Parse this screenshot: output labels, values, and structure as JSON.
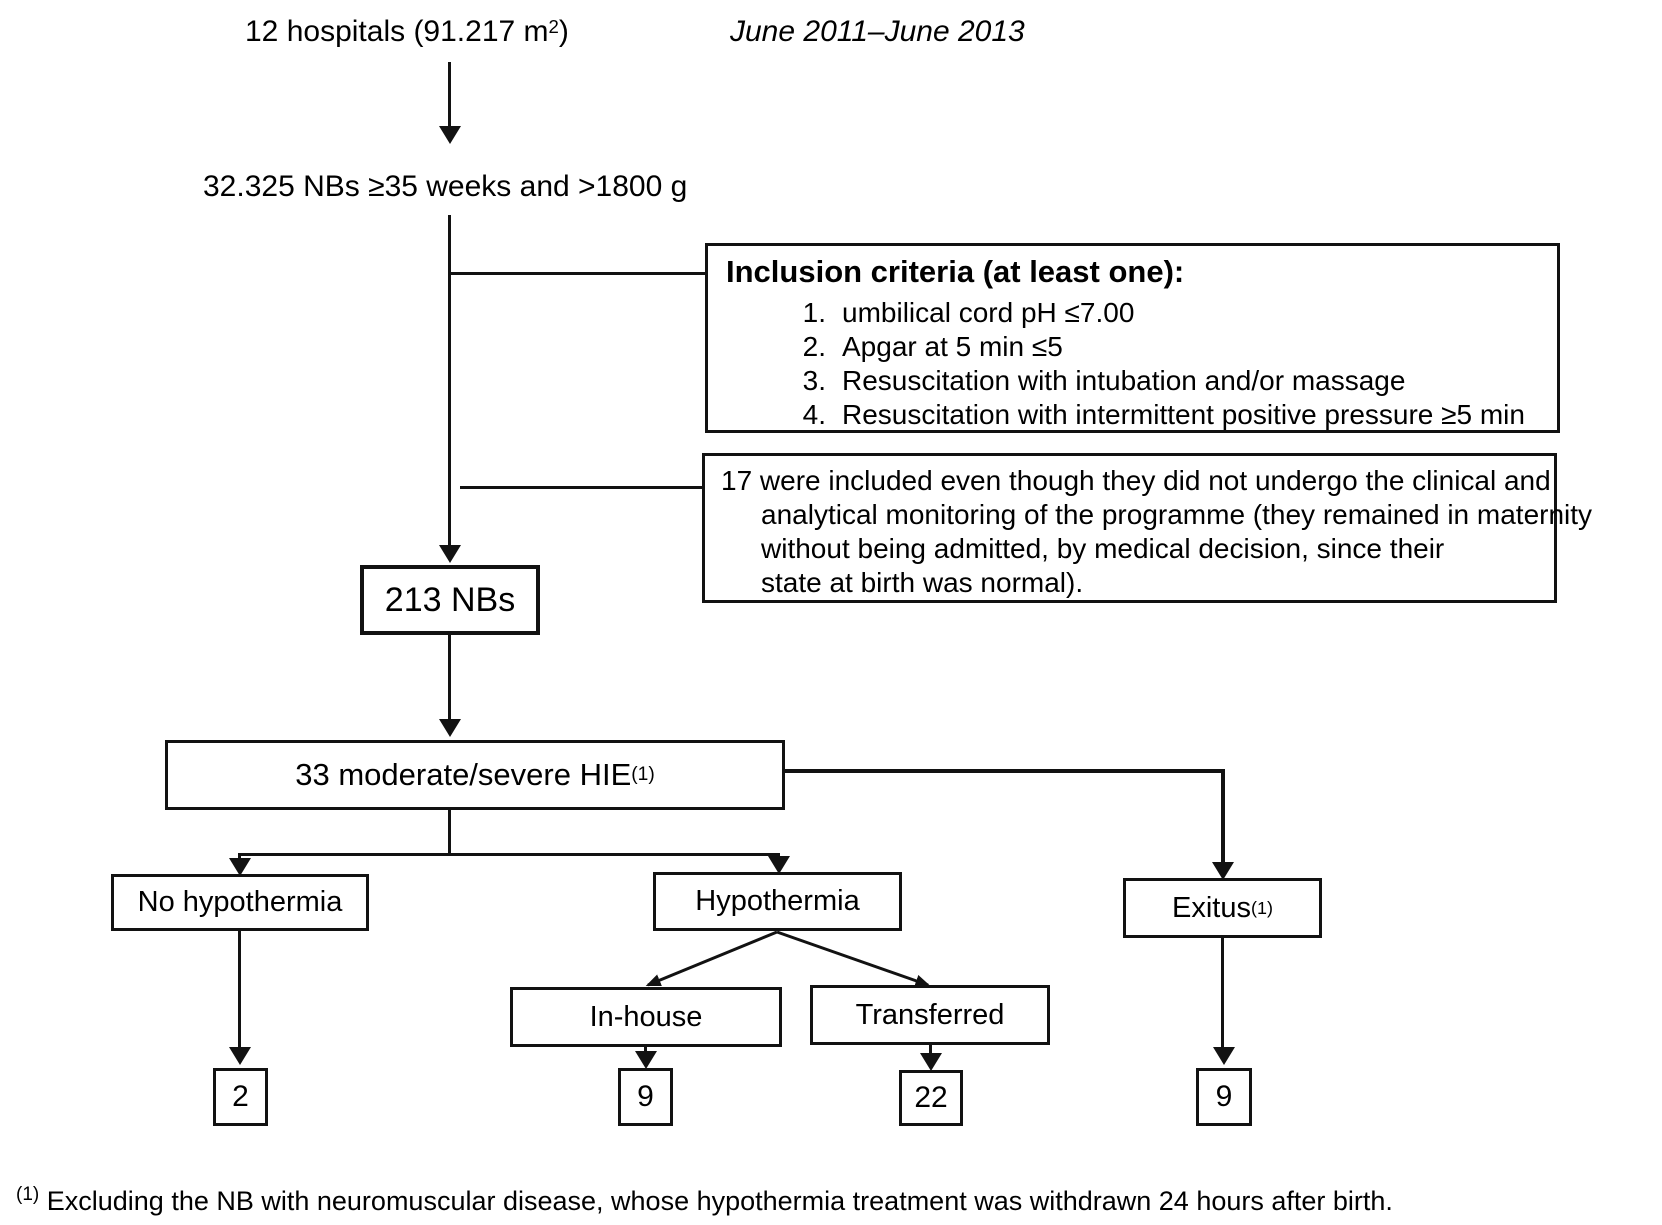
{
  "title": {
    "left": "12 hospitals (91.217 m",
    "left_sup": "2",
    "left_end": ")",
    "right": "June 2011–June 2013"
  },
  "cohort": "32.325 NBs ≥35 weeks and >1800 g",
  "inclusion": {
    "heading": "Inclusion criteria (at least one):",
    "items": [
      {
        "num": "1.",
        "text": "umbilical cord pH ≤7.00"
      },
      {
        "num": "2.",
        "text": "Apgar at 5 min ≤5"
      },
      {
        "num": "3.",
        "text": "Resuscitation with intubation and/or massage"
      },
      {
        "num": "4.",
        "text": "Resuscitation with intermittent positive pressure ≥5 min"
      }
    ]
  },
  "note17": {
    "lines": [
      "17 were included even though they did not undergo the clinical and",
      "analytical monitoring of the programme (they remained in maternity",
      "without being admitted, by medical decision, since their",
      "state at birth was normal)."
    ]
  },
  "nodes": {
    "nbs213": "213 NBs",
    "hie": "33 moderate/severe HIE",
    "hie_sup": "(1)",
    "no_hypothermia": "No hypothermia",
    "hypothermia": "Hypothermia",
    "exitus": "Exitus",
    "exitus_sup": "(1)",
    "in_house": "In-house",
    "transferred": "Transferred",
    "count_no_hypothermia": "2",
    "count_in_house": "9",
    "count_transferred": "22",
    "count_exitus": "9"
  },
  "footnote": {
    "sup": "(1)",
    "text": "Excluding the NB with neuromuscular disease, whose hypothermia treatment was withdrawn 24 hours after birth."
  },
  "colors": {
    "ink": "#121212",
    "background": "#ffffff"
  }
}
